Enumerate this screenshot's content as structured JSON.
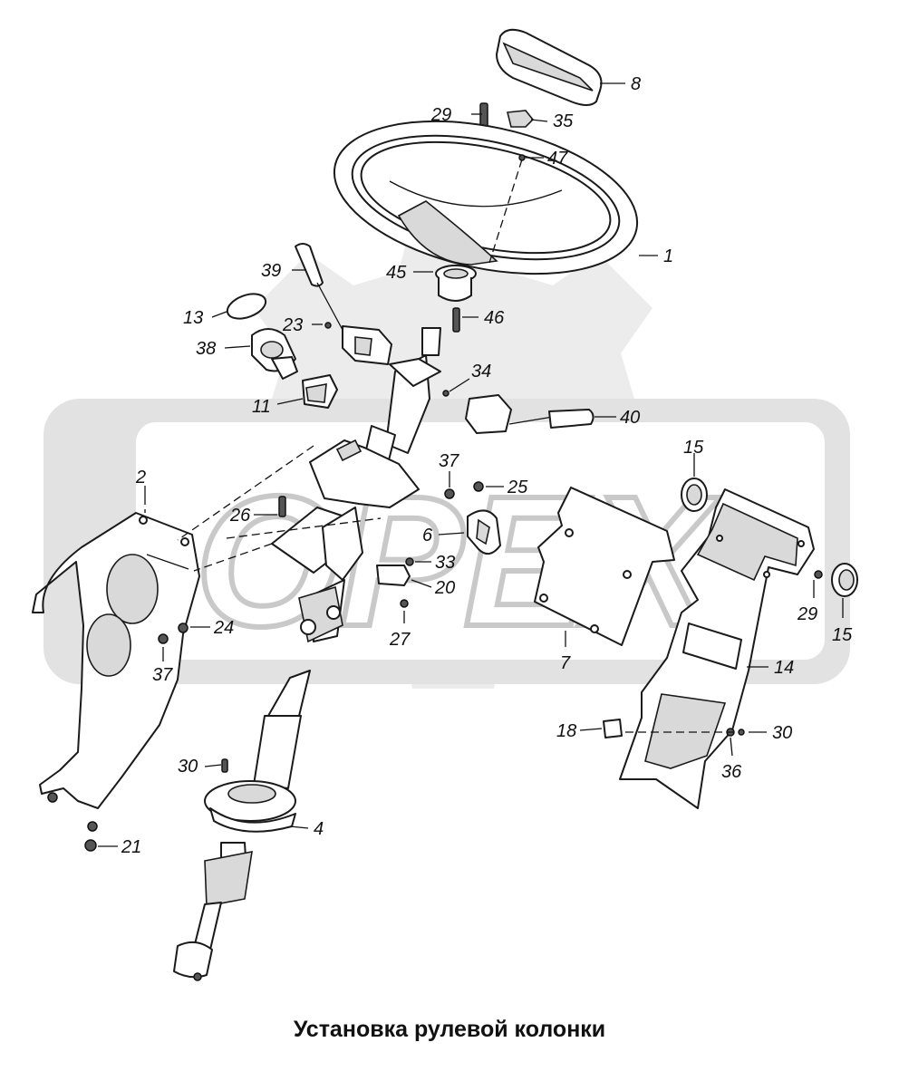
{
  "caption": "Установка рулевой колонки",
  "watermark": "OPEX",
  "colors": {
    "lines": "#1a1a1a",
    "watermark": "#e6e6e6",
    "background": "#ffffff"
  },
  "callouts": {
    "c1": "1",
    "c2": "2",
    "c4": "4",
    "c6": "6",
    "c7": "7",
    "c8": "8",
    "c11": "11",
    "c13": "13",
    "c14": "14",
    "c15a": "15",
    "c15b": "15",
    "c18": "18",
    "c20": "20",
    "c21": "21",
    "c23": "23",
    "c24": "24",
    "c25": "25",
    "c26": "26",
    "c27": "27",
    "c29a": "29",
    "c29b": "29",
    "c30a": "30",
    "c30b": "30",
    "c33": "33",
    "c34": "34",
    "c35": "35",
    "c36": "36",
    "c37a": "37",
    "c37b": "37",
    "c38": "38",
    "c39": "39",
    "c40": "40",
    "c45": "45",
    "c46": "46",
    "c47": "47"
  }
}
